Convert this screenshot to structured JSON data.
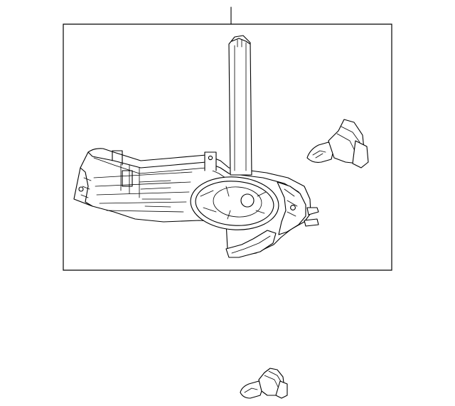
{
  "diagram": {
    "colors": {
      "line": "#000000",
      "background": "#ffffff"
    },
    "parts": [
      {
        "id": "fog-lamp-assembly",
        "callout_line": true,
        "in_box": true
      },
      {
        "id": "bulb-in-box",
        "in_box": true
      },
      {
        "id": "bulb-standalone",
        "in_box": false
      }
    ]
  }
}
